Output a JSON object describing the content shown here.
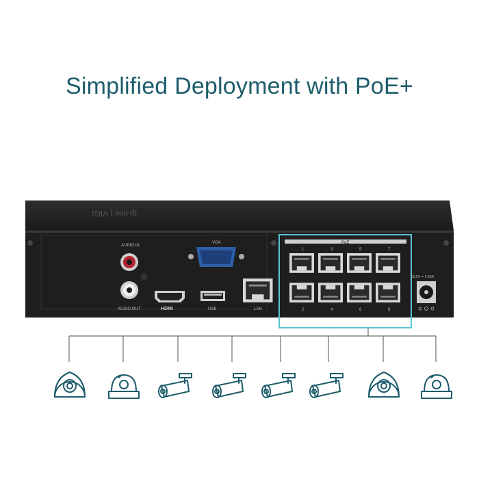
{
  "title": "Simplified Deployment with PoE+",
  "brand": "tp-link | VIGI",
  "labels": {
    "audio_in": "AUDIO IN",
    "audio_out": "AUDIO OUT",
    "vga": "VGA",
    "hdmi": "HDMI",
    "usb": "USB",
    "lan": "LAN",
    "poe": "PoE",
    "power": "53.5V ⎓ 2.43A"
  },
  "poe_ports": {
    "top": [
      "1",
      "3",
      "5",
      "7"
    ],
    "bottom": [
      "2",
      "4",
      "6",
      "8"
    ]
  },
  "cameras": [
    {
      "icon": "dome-camera-icon"
    },
    {
      "icon": "turret-camera-icon"
    },
    {
      "icon": "bullet-camera-icon"
    },
    {
      "icon": "bullet-camera-icon"
    },
    {
      "icon": "bullet-camera-icon"
    },
    {
      "icon": "bullet-camera-icon"
    },
    {
      "icon": "dome-camera-icon"
    },
    {
      "icon": "turret-camera-icon"
    }
  ],
  "colors": {
    "accent": "#1d5c6b",
    "highlight": "#5ac4d2",
    "device": "#1e1e1e"
  }
}
